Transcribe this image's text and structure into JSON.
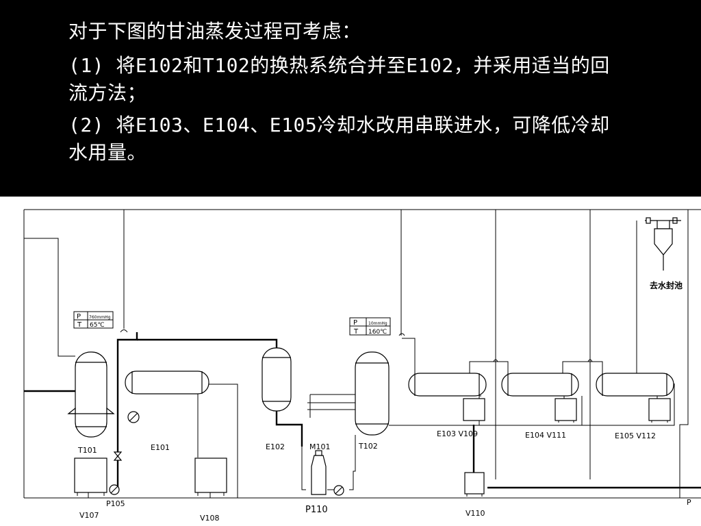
{
  "text": {
    "title": "对于下图的甘油蒸发过程可考虑：",
    "item1_line1": "(1) 将E102和T102的换热系统合并至E102，并采用适当的回",
    "item1_line2": "流方法；",
    "item2_line1": "(2) 将E103、E104、E105冷却水改用串联进水，可降低冷却",
    "item2_line2": "水用量。"
  },
  "diagram": {
    "labels": {
      "t101": "T101",
      "e101": "E101",
      "e102": "E102",
      "m101": "M101",
      "t102": "T102",
      "e103_v109": "E103 V109",
      "e104_v111": "E104  V111",
      "e105_v112": "E105  V112",
      "v107": "V107",
      "p105": "P105",
      "v108": "V108",
      "p110": "P110",
      "v110": "V110",
      "p_right": "P",
      "to_water_seal": "去水封池"
    },
    "gauge1": {
      "p_label": "P",
      "p_value": "760mmHg",
      "t_label": "T",
      "t_value": "65℃"
    },
    "gauge2": {
      "p_label": "P",
      "p_value": "10mmHg",
      "t_label": "T",
      "t_value": "160℃"
    }
  }
}
